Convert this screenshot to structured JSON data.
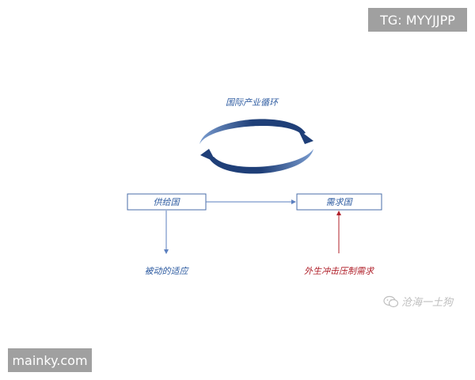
{
  "overlays": {
    "tg_tag": "TG: MYYJJPP",
    "site_tag": "mainky.com"
  },
  "diagram": {
    "cycle_label": "国际产业循环",
    "supply_node": "供给国",
    "demand_node": "需求国",
    "passive_label": "被动的适应",
    "shock_label": "外生冲击压制需求"
  },
  "watermark": {
    "icon": "wechat-icon",
    "text": "沧海一土狗"
  },
  "colors": {
    "arrow_dark": "#1f3f78",
    "arrow_light": "#7a9ccf",
    "node_border": "#4a6ea8",
    "blue_text": "#2c5aa0",
    "connector_blue": "#5b7fbf",
    "shock_red": "#b0202a"
  }
}
